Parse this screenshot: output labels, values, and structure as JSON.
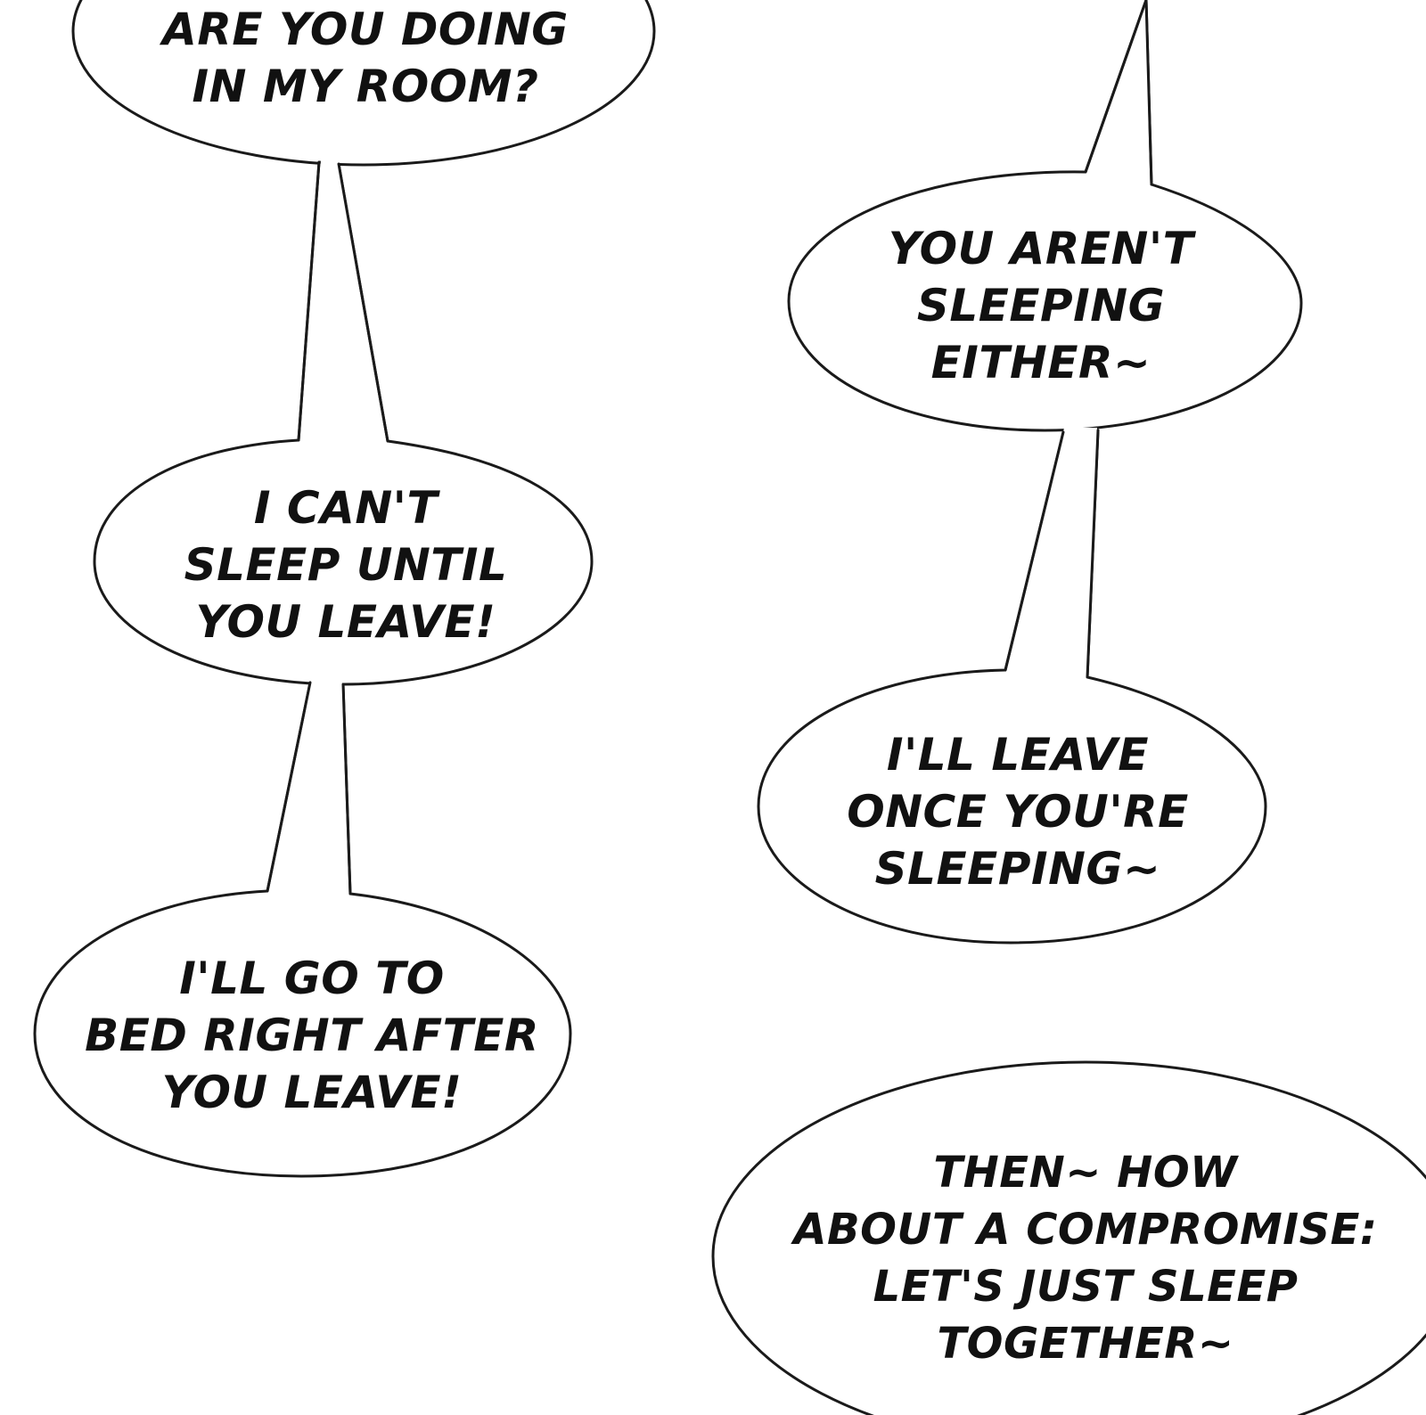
{
  "bubbles": [
    {
      "lines": [
        "ARE YOU DOING",
        "IN MY ROOM?"
      ]
    },
    {
      "lines": [
        "YOU AREN'T",
        "SLEEPING",
        "EITHER~"
      ]
    },
    {
      "lines": [
        "I CAN'T",
        "SLEEP UNTIL",
        "YOU LEAVE!"
      ]
    },
    {
      "lines": [
        "I'LL LEAVE",
        "ONCE YOU'RE",
        "SLEEPING~"
      ]
    },
    {
      "lines": [
        "I'LL GO TO",
        "BED RIGHT AFTER",
        "YOU LEAVE!"
      ]
    },
    {
      "lines": [
        "THEN~ HOW",
        "ABOUT A COMPROMISE:",
        "LET'S JUST SLEEP",
        "TOGETHER~"
      ]
    }
  ]
}
